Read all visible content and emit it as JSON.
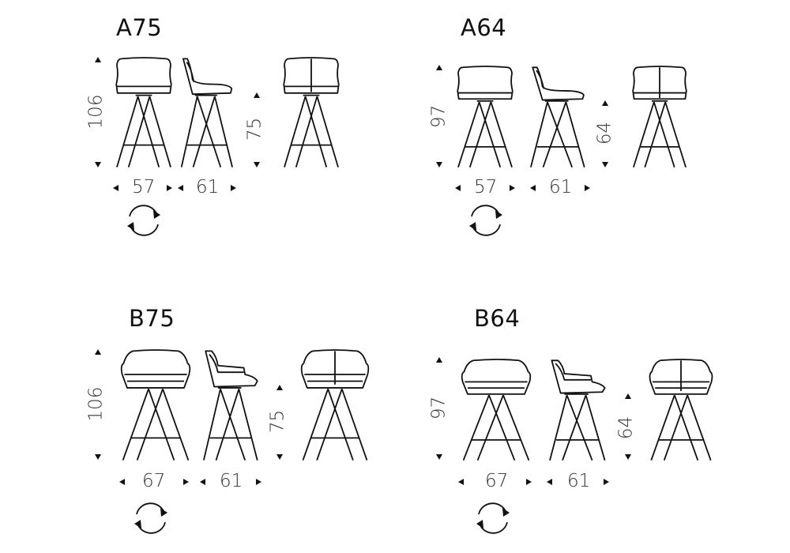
{
  "models": [
    {
      "code": "A75",
      "height": "106",
      "seat_height": "75",
      "width": "57",
      "depth": "61",
      "arms": false
    },
    {
      "code": "A64",
      "height": "97",
      "seat_height": "64",
      "width": "57",
      "depth": "61",
      "arms": false
    },
    {
      "code": "B75",
      "height": "106",
      "seat_height": "75",
      "width": "67",
      "depth": "61",
      "arms": true
    },
    {
      "code": "B64",
      "height": "97",
      "seat_height": "64",
      "width": "67",
      "depth": "61",
      "arms": true
    }
  ],
  "icons": {
    "rotation": "swivel-rotation-icon"
  }
}
